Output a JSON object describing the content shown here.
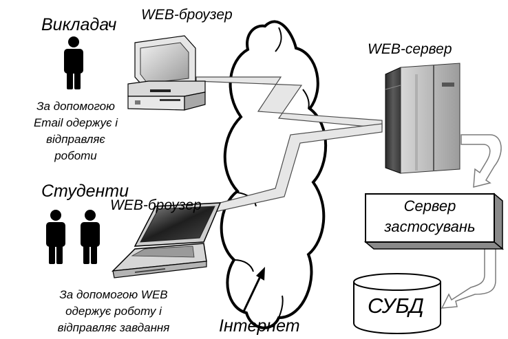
{
  "teacher": {
    "role": "Викладач",
    "browser": "WEB-броузер",
    "description": [
      "За допомогою",
      "Email одержує і",
      "відправляє",
      "роботи"
    ]
  },
  "students": {
    "role": "Студенти",
    "browser": "WEB-броузер",
    "description": [
      "За допомогою WEB",
      "одержує роботу і",
      "відправляє завдання"
    ]
  },
  "web_server": {
    "label": "WEB-сервер"
  },
  "app_server": {
    "label_lines": [
      "Сервер",
      "застосувань"
    ]
  },
  "dbms": {
    "label": "СУБД"
  },
  "internet": {
    "label": "Інтернет"
  }
}
